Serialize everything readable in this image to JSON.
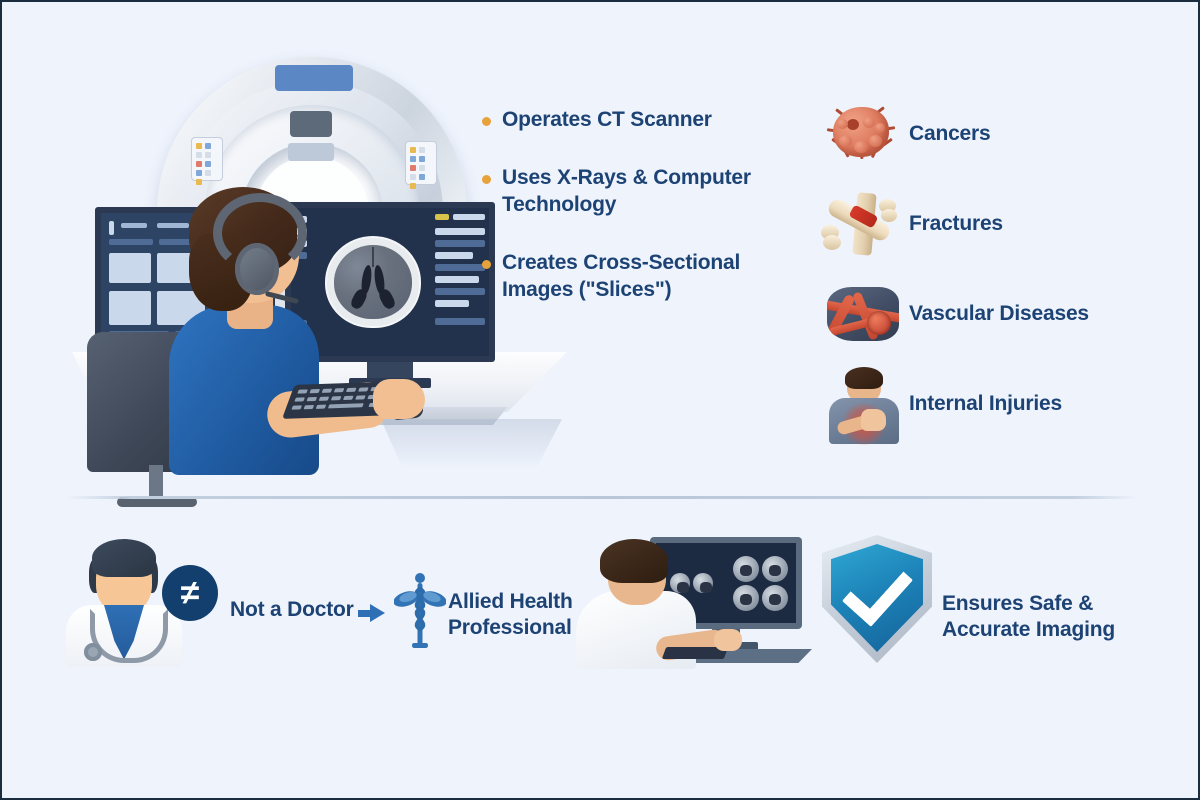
{
  "page": {
    "background_color": "#eef3fc",
    "accent_text_color": "#1d4374",
    "bullet_color": "#e8a23a",
    "border_color": "#1b2c3e"
  },
  "scanner_scene": {
    "name": "ct-scanner-technologist-illustration",
    "elements": {
      "gantry": "ct-scanner-gantry",
      "operator": "ct-technologist",
      "left_monitor": "workstation-monitor-left",
      "right_monitor": "workstation-monitor-right",
      "scan_image": "axial-brain-ct-slice",
      "keyboard": "keyboard",
      "mouse": "mouse",
      "chair": "office-chair",
      "desk": "workstation-desk"
    }
  },
  "bullets": [
    {
      "text": "Operates CT Scanner"
    },
    {
      "text": "Uses X-Rays & Computer Technology"
    },
    {
      "text": "Creates Cross-Sectional Images (\"Slices\")"
    }
  ],
  "conditions": [
    {
      "label": "Cancers",
      "icon": "cancer-cell-icon"
    },
    {
      "label": "Fractures",
      "icon": "broken-bone-icon"
    },
    {
      "label": "Vascular Diseases",
      "icon": "blood-vessel-clot-icon"
    },
    {
      "label": "Internal Injuries",
      "icon": "chest-pain-person-icon"
    }
  ],
  "bottom": {
    "not_a_doctor": {
      "label": "Not a Doctor",
      "badge_symbol": "≠",
      "avatar": "doctor-avatar"
    },
    "allied_health": {
      "label": "Allied Health Professional",
      "icon": "caduceus-icon",
      "arrow": "arrow-right-icon"
    },
    "radiologist_scene": {
      "name": "radiologist-reviewing-ct-scans"
    },
    "ensures": {
      "label": "Ensures Safe & Accurate Imaging",
      "icon": "shield-check-icon"
    }
  }
}
